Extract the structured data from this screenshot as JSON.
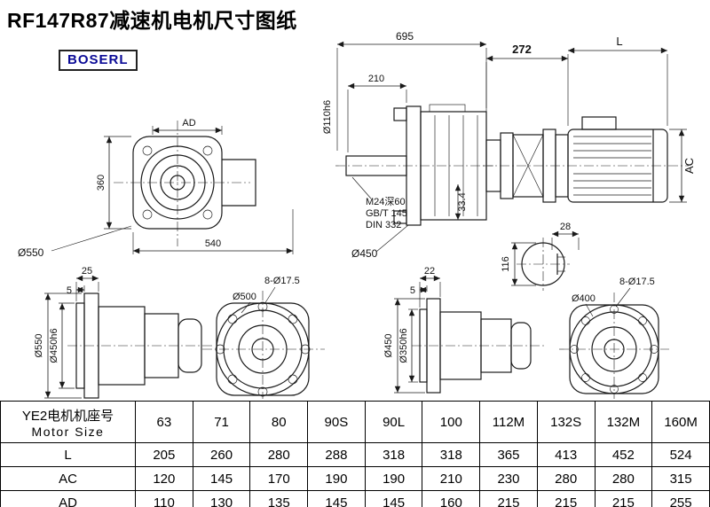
{
  "title": "RF147R87减速机电机尺寸图纸",
  "brand": "BOSERL",
  "views": {
    "front_left": {
      "ad": "AD",
      "h360": "360",
      "w540": "540",
      "flange": "Ø550"
    },
    "side_main": {
      "len695": "695",
      "len210": "210",
      "shaft": "Ø110h6",
      "tap": "M24深60",
      "std1": "GB/T 145",
      "std2": "DIN 332",
      "depth": "33.4",
      "flange": "Ø450"
    },
    "motor": {
      "len272": "272",
      "lenL": "L",
      "ac": "AC",
      "key28": "28",
      "shaft116": "116"
    },
    "bottom1": {
      "d25": "25",
      "d5": "5",
      "od": "Ø550",
      "spigot": "Ø450h6"
    },
    "bottom2": {
      "holes": "8-Ø17.5",
      "bc": "Ø500"
    },
    "bottom3": {
      "d22": "22",
      "d5": "5",
      "od": "Ø450",
      "spigot": "Ø350h6"
    },
    "bottom4": {
      "holes": "8-Ø17.5",
      "bc": "Ø400"
    }
  },
  "table": {
    "header_line1": "YE2电机机座号",
    "header_line2": "Motor Size",
    "sizes": [
      "63",
      "71",
      "80",
      "90S",
      "90L",
      "100",
      "112M",
      "132S",
      "132M",
      "160M"
    ],
    "rows": [
      {
        "label": "L",
        "values": [
          "205",
          "260",
          "280",
          "288",
          "318",
          "318",
          "365",
          "413",
          "452",
          "524"
        ]
      },
      {
        "label": "AC",
        "values": [
          "120",
          "145",
          "170",
          "190",
          "190",
          "210",
          "230",
          "280",
          "280",
          "315"
        ]
      },
      {
        "label": "AD",
        "values": [
          "110",
          "130",
          "135",
          "145",
          "145",
          "160",
          "215",
          "215",
          "215",
          "255"
        ]
      }
    ]
  }
}
